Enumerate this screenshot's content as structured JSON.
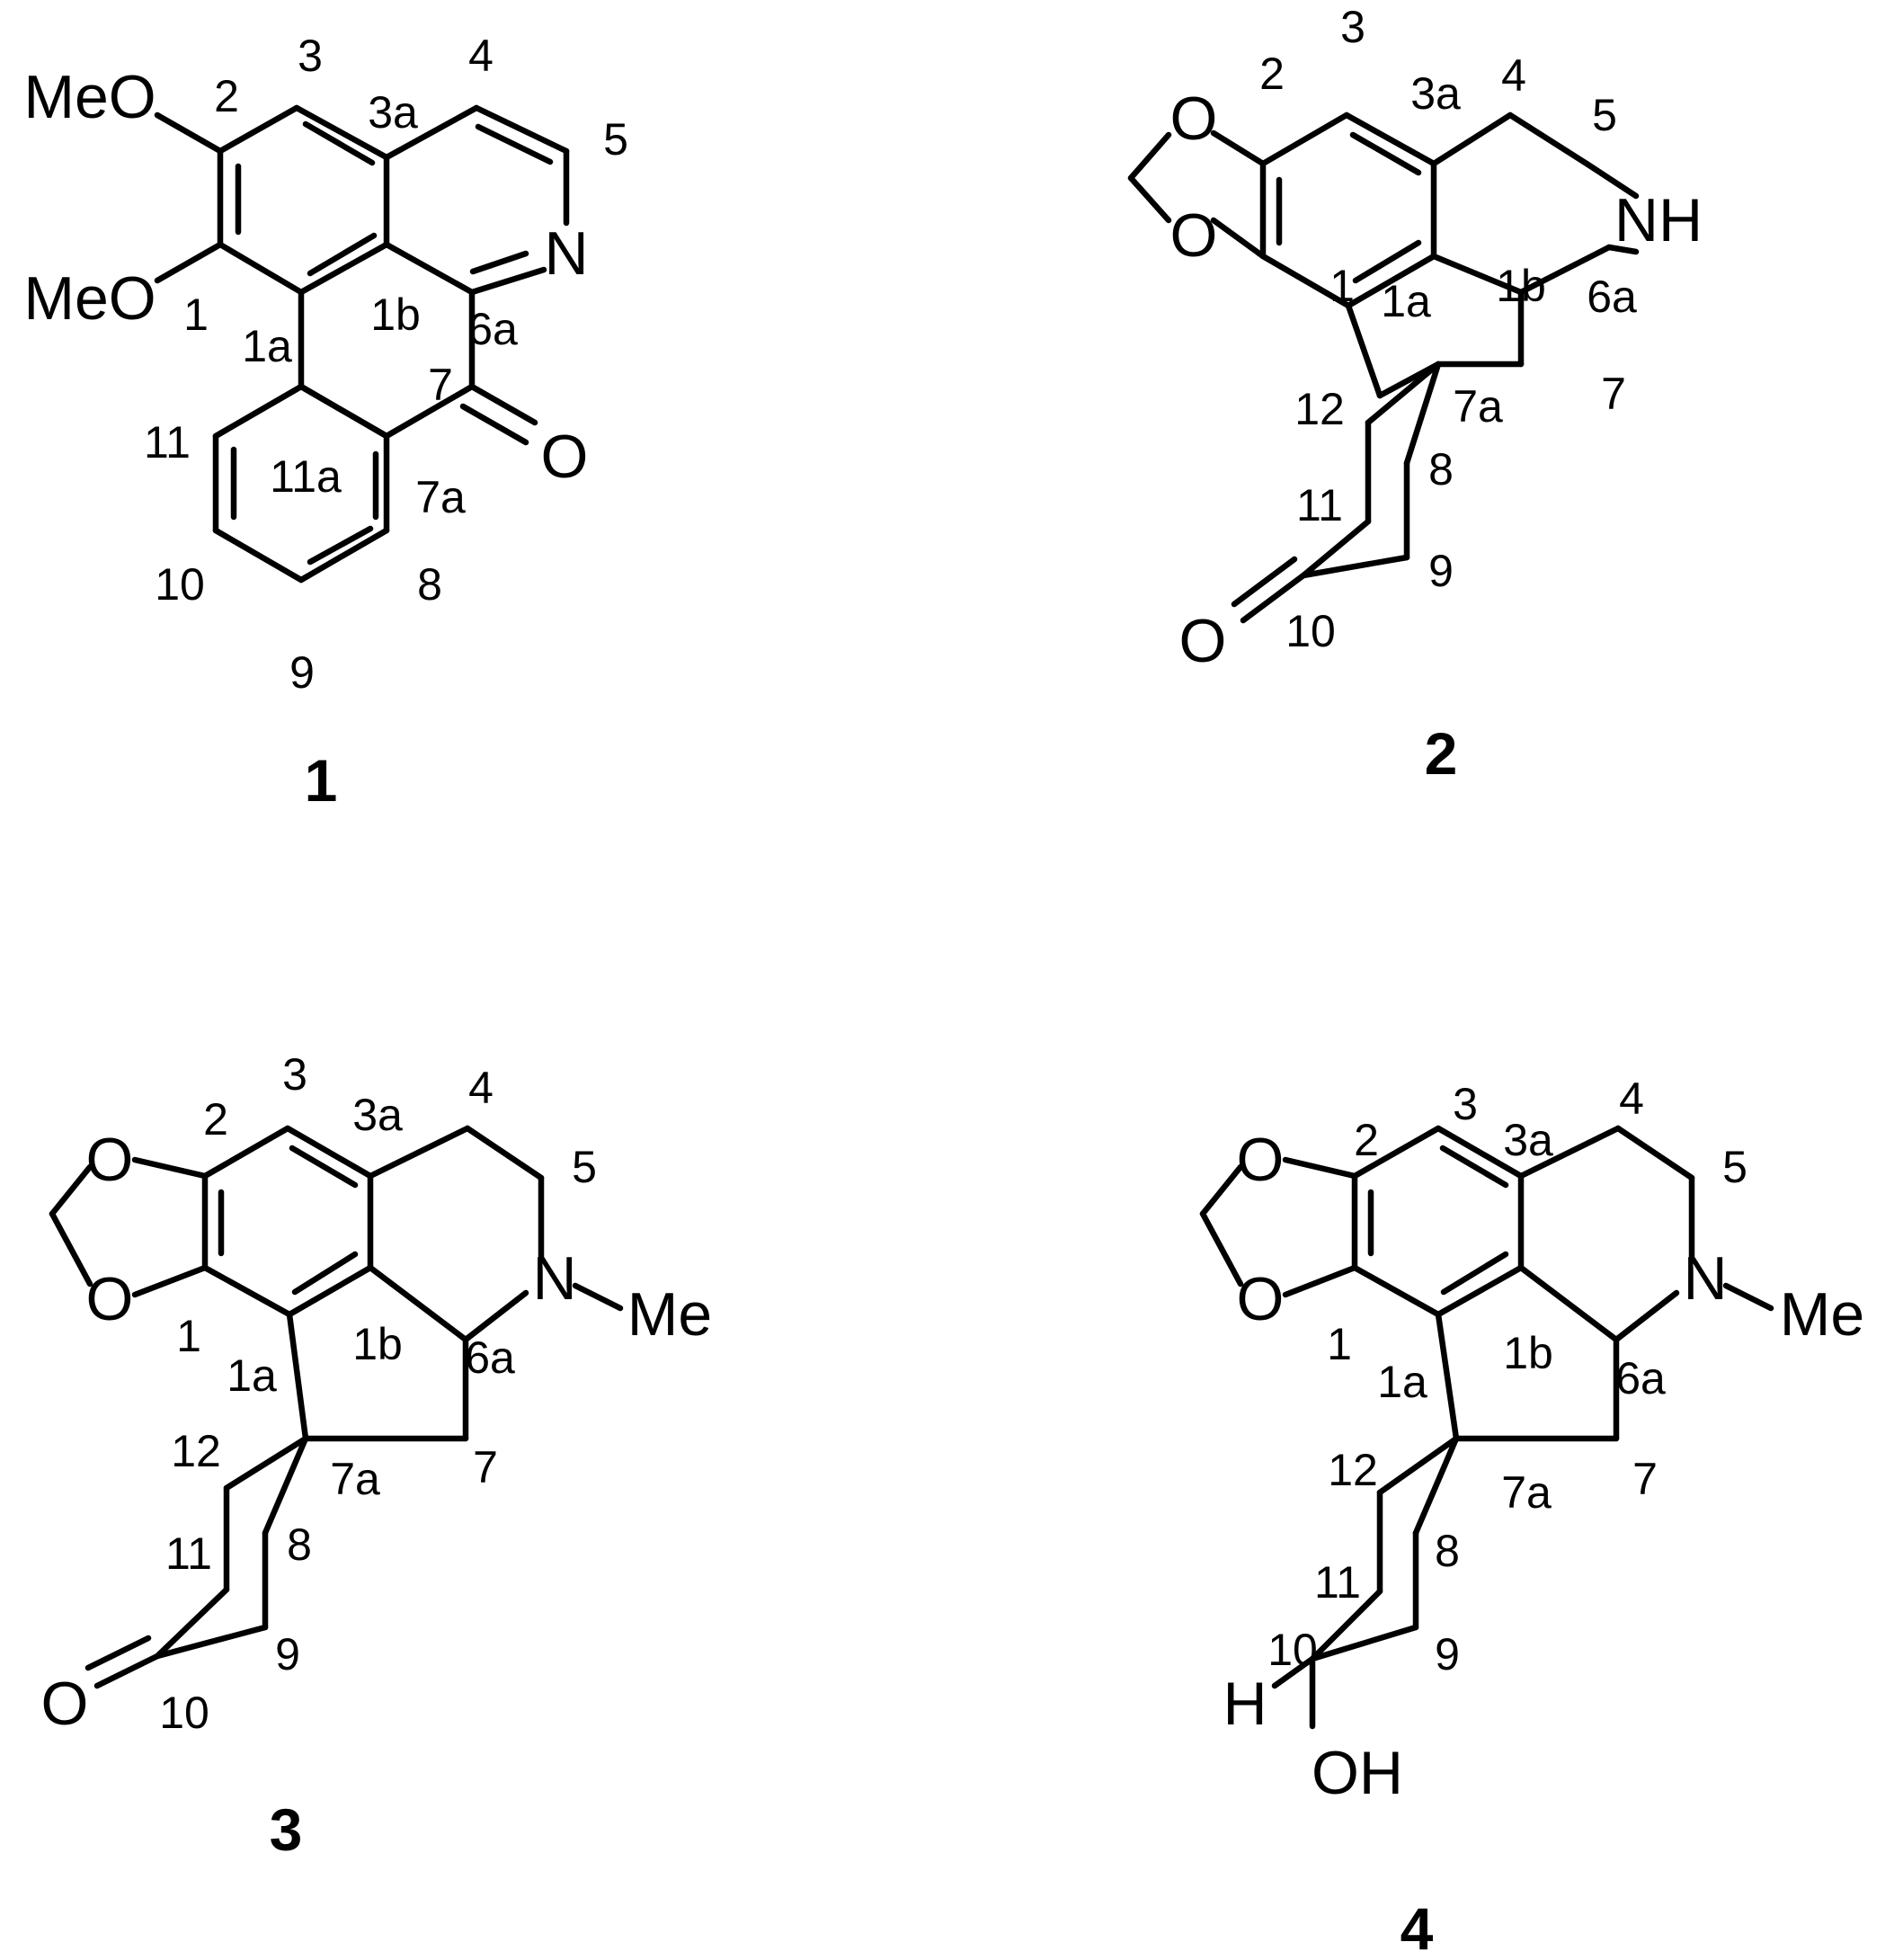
{
  "compounds": [
    {
      "id": "1",
      "atoms": [
        "MeO",
        "MeO",
        "N",
        "O"
      ],
      "locants": [
        "2",
        "3",
        "3a",
        "4",
        "5",
        "1",
        "1a",
        "1b",
        "6a",
        "7",
        "11",
        "11a",
        "7a",
        "10",
        "8",
        "9"
      ]
    },
    {
      "id": "2",
      "atoms": [
        "O",
        "O",
        "NH",
        "O"
      ],
      "locants": [
        "3",
        "2",
        "3a",
        "4",
        "5",
        "1",
        "1a",
        "1b",
        "6a",
        "12",
        "7a",
        "7",
        "11",
        "8",
        "9",
        "10"
      ]
    },
    {
      "id": "3",
      "atoms": [
        "O",
        "O",
        "N",
        "Me",
        "O"
      ],
      "locants": [
        "3",
        "2",
        "3a",
        "4",
        "5",
        "1",
        "1a",
        "1b",
        "6a",
        "12",
        "7a",
        "7",
        "11",
        "8",
        "9",
        "10"
      ]
    },
    {
      "id": "4",
      "atoms": [
        "O",
        "O",
        "N",
        "Me",
        "H",
        "OH"
      ],
      "locants": [
        "3",
        "2",
        "3a",
        "4",
        "5",
        "1",
        "1a",
        "1b",
        "6a",
        "12",
        "7a",
        "7",
        "11",
        "8",
        "10",
        "9"
      ]
    }
  ]
}
